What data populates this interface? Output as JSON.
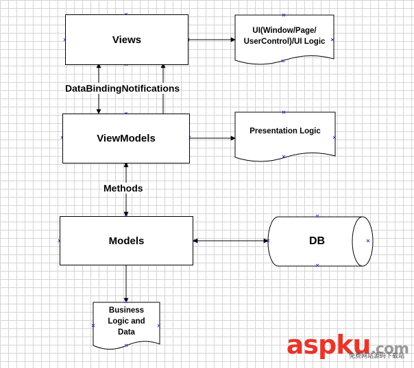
{
  "nodes": {
    "views": "Views",
    "viewmodels": "ViewModels",
    "models": "Models",
    "db": "DB"
  },
  "documents": {
    "ui_logic": "UI(Window/Page/\nUserControl)/UI Logic",
    "presentation_logic": "Presentation Logic",
    "business_logic": "Business\nLogic and\nData"
  },
  "edge_labels": {
    "data_binding": "DataBindingNotifications",
    "methods": "Methods"
  },
  "watermark": {
    "part1": "asp",
    "part2": "ku",
    "part3": ".com",
    "sub": "免费网站源码下载站"
  },
  "colors": {
    "watermark_red": "#e8352a",
    "watermark_gray": "#9a9a9a",
    "handle_blue": "#3a3ad0"
  }
}
